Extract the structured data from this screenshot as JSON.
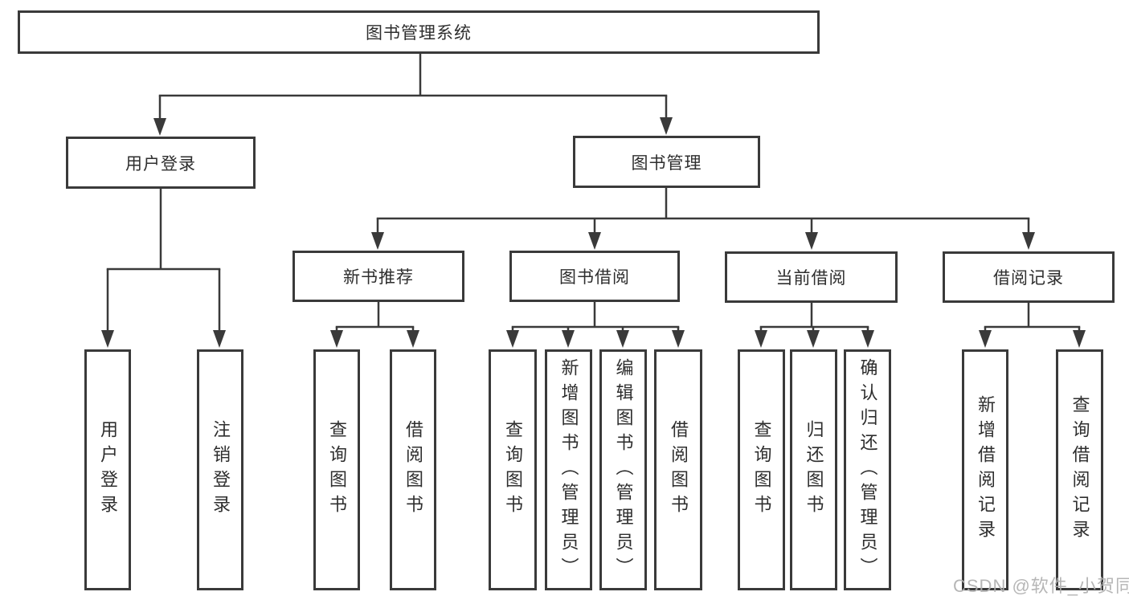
{
  "diagram_type": "hierarchy-tree",
  "colors": {
    "line": "#3a3a3a",
    "box_border": "#3a3a3a",
    "box_fill": "#ffffff",
    "text": "#2e2e2e",
    "watermark": "#b0b0b0",
    "background": "#ffffff"
  },
  "tree": {
    "root": {
      "label": "图书管理系统",
      "children": [
        {
          "label": "用户登录",
          "children": [
            {
              "label": "用户登录"
            },
            {
              "label": "注销登录"
            }
          ]
        },
        {
          "label": "图书管理",
          "children": [
            {
              "label": "新书推荐",
              "children": [
                {
                  "label": "查询图书"
                },
                {
                  "label": "借阅图书"
                }
              ]
            },
            {
              "label": "图书借阅",
              "children": [
                {
                  "label": "查询图书"
                },
                {
                  "label": "新增图书（管理员）"
                },
                {
                  "label": "编辑图书（管理员）"
                },
                {
                  "label": "借阅图书"
                }
              ]
            },
            {
              "label": "当前借阅",
              "children": [
                {
                  "label": "查询图书"
                },
                {
                  "label": "归还图书"
                },
                {
                  "label": "确认归还（管理员）"
                }
              ]
            },
            {
              "label": "借阅记录",
              "children": [
                {
                  "label": "新增借阅记录"
                },
                {
                  "label": "查询借阅记录"
                }
              ]
            }
          ]
        }
      ]
    }
  },
  "watermark": {
    "text": "CSDN @软件_小贺同学"
  }
}
